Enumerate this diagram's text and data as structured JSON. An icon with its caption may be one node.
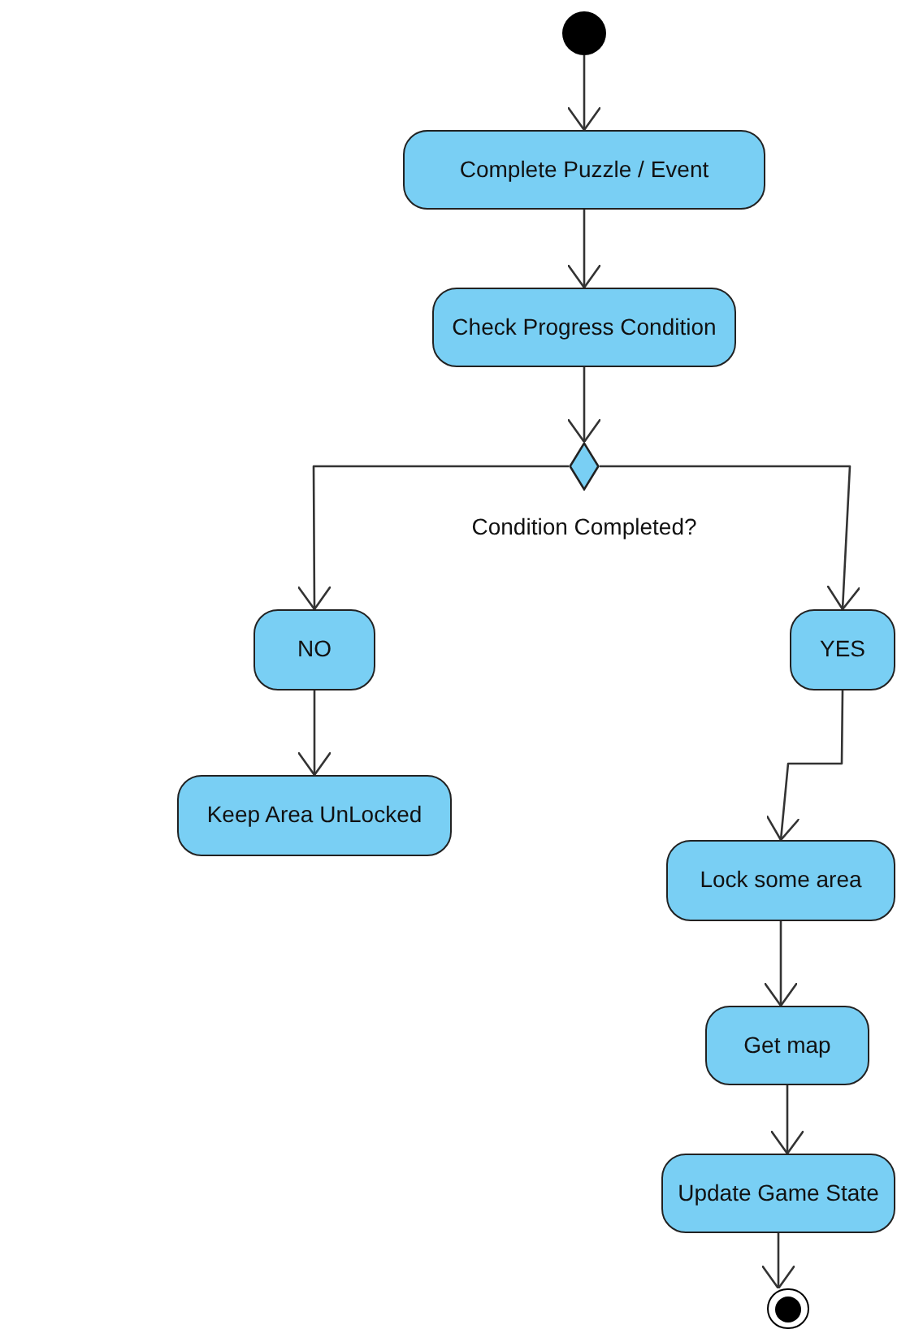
{
  "diagram": {
    "nodes": [
      {
        "text": [],
        "shape": "circle"
      },
      {
        "text": [
          "Complete Puzzle / Event"
        ]
      },
      {
        "text": [
          "Check Progress Condition"
        ]
      },
      {
        "text": [],
        "shape": "diamond",
        "beside": [
          "Condition Completed?"
        ]
      },
      {
        "text": [
          "NO"
        ]
      },
      {
        "text": [
          "YES"
        ]
      },
      {
        "text": [
          "Keep Area UnLocked"
        ]
      },
      {
        "text": [
          "Lock some area"
        ]
      },
      {
        "text": [
          "Get map"
        ]
      },
      {
        "text": [
          "Update Game State"
        ]
      },
      {
        "text": [],
        "shape": "bullseye"
      }
    ],
    "edges": [
      {
        "from": 0,
        "to": 1,
        "arrow": "to"
      },
      {
        "from": 1,
        "to": 2,
        "arrow": "to"
      },
      {
        "from": 2,
        "to": 3,
        "arrow": "to"
      },
      {
        "from": 3,
        "to": 4,
        "arrow": "to"
      },
      {
        "from": 3,
        "to": 5,
        "arrow": "to"
      },
      {
        "from": 4,
        "to": 6,
        "arrow": "to"
      },
      {
        "from": 5,
        "to": 7,
        "arrow": "to"
      },
      {
        "from": 7,
        "to": 8,
        "arrow": "to"
      },
      {
        "from": 8,
        "to": 9,
        "arrow": "to"
      },
      {
        "from": 9,
        "to": 10,
        "arrow": "to"
      }
    ]
  }
}
